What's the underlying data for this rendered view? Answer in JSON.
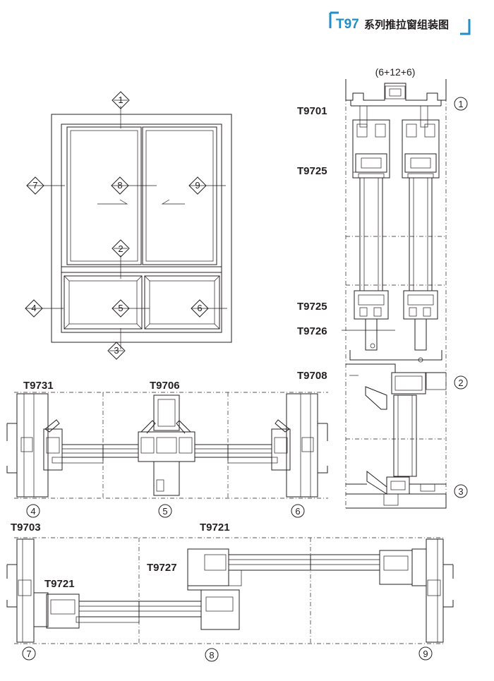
{
  "header": {
    "series": "T97",
    "title": "系列推拉窗组装图",
    "accent_color": "#1f8ec9"
  },
  "elevation": {
    "markers": [
      "1",
      "2",
      "3",
      "4",
      "5",
      "6",
      "7",
      "8",
      "9"
    ]
  },
  "vertical_section": {
    "glass_spec": "(6+12+6)",
    "labels": [
      "T9701",
      "T9725",
      "T9725",
      "T9726",
      "T9708"
    ],
    "markers": [
      "1",
      "2",
      "3"
    ]
  },
  "horizontal_section_upper": {
    "labels": [
      "T9731",
      "T9706"
    ],
    "markers": [
      "4",
      "5",
      "6"
    ]
  },
  "horizontal_section_lower": {
    "labels": [
      "T9703",
      "T9721",
      "T9721",
      "T9727"
    ],
    "markers": [
      "7",
      "8",
      "9"
    ]
  }
}
